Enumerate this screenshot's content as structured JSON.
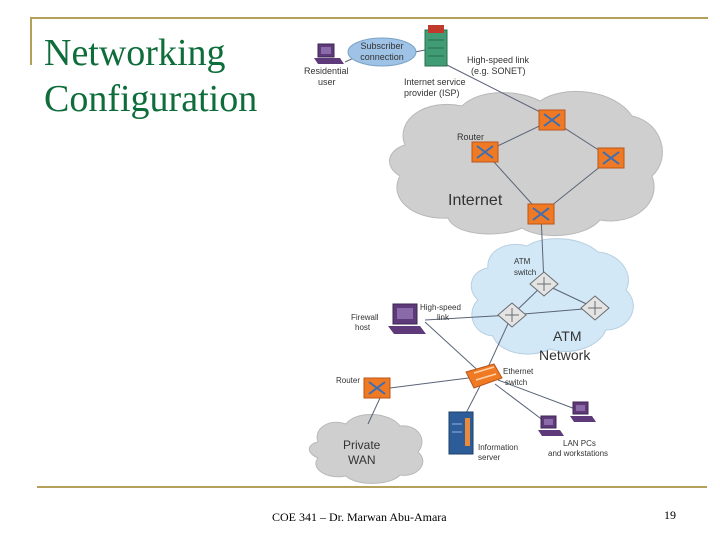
{
  "slide": {
    "title_line1": "Networking",
    "title_line2": "Configuration",
    "footer": "COE 341 – Dr. Marwan Abu-Amara",
    "page_number": "19"
  },
  "diagram": {
    "labels": {
      "subscriber1": "Subscriber",
      "subscriber2": "connection",
      "residential1": "Residential",
      "residential2": "user",
      "highspeed_link1": "High-speed link",
      "highspeed_link2": "(e.g. SONET)",
      "isp1": "Internet service",
      "isp2": "provider (ISP)",
      "router_top": "Router",
      "internet": "Internet",
      "atm_switch1": "ATM",
      "atm_switch2": "switch",
      "firewall1": "Firewall",
      "firewall2": "host",
      "highspeed2_1": "High-speed",
      "highspeed2_2": "link",
      "atm_net1": "ATM",
      "atm_net2": "Network",
      "router_bottom": "Router",
      "ethernet1": "Ethernet",
      "ethernet2": "switch",
      "private1": "Private",
      "private2": "WAN",
      "info1": "Information",
      "info2": "server",
      "lan1": "LAN PCs",
      "lan2": "and workstations"
    },
    "colors": {
      "cloud_gray": "#cfcfcf",
      "cloud_blue": "#d2e8f7",
      "router_orange": "#f07a24",
      "atm_gray": "#e4e4e4",
      "subscriber_blue": "#9ec3e6",
      "pc_purple": "#5e3a7a",
      "isp_green": "#3f9c74",
      "server_blue": "#2d5d98",
      "title_green": "#0e6d3a",
      "rule_tan": "#b4a05a"
    }
  }
}
